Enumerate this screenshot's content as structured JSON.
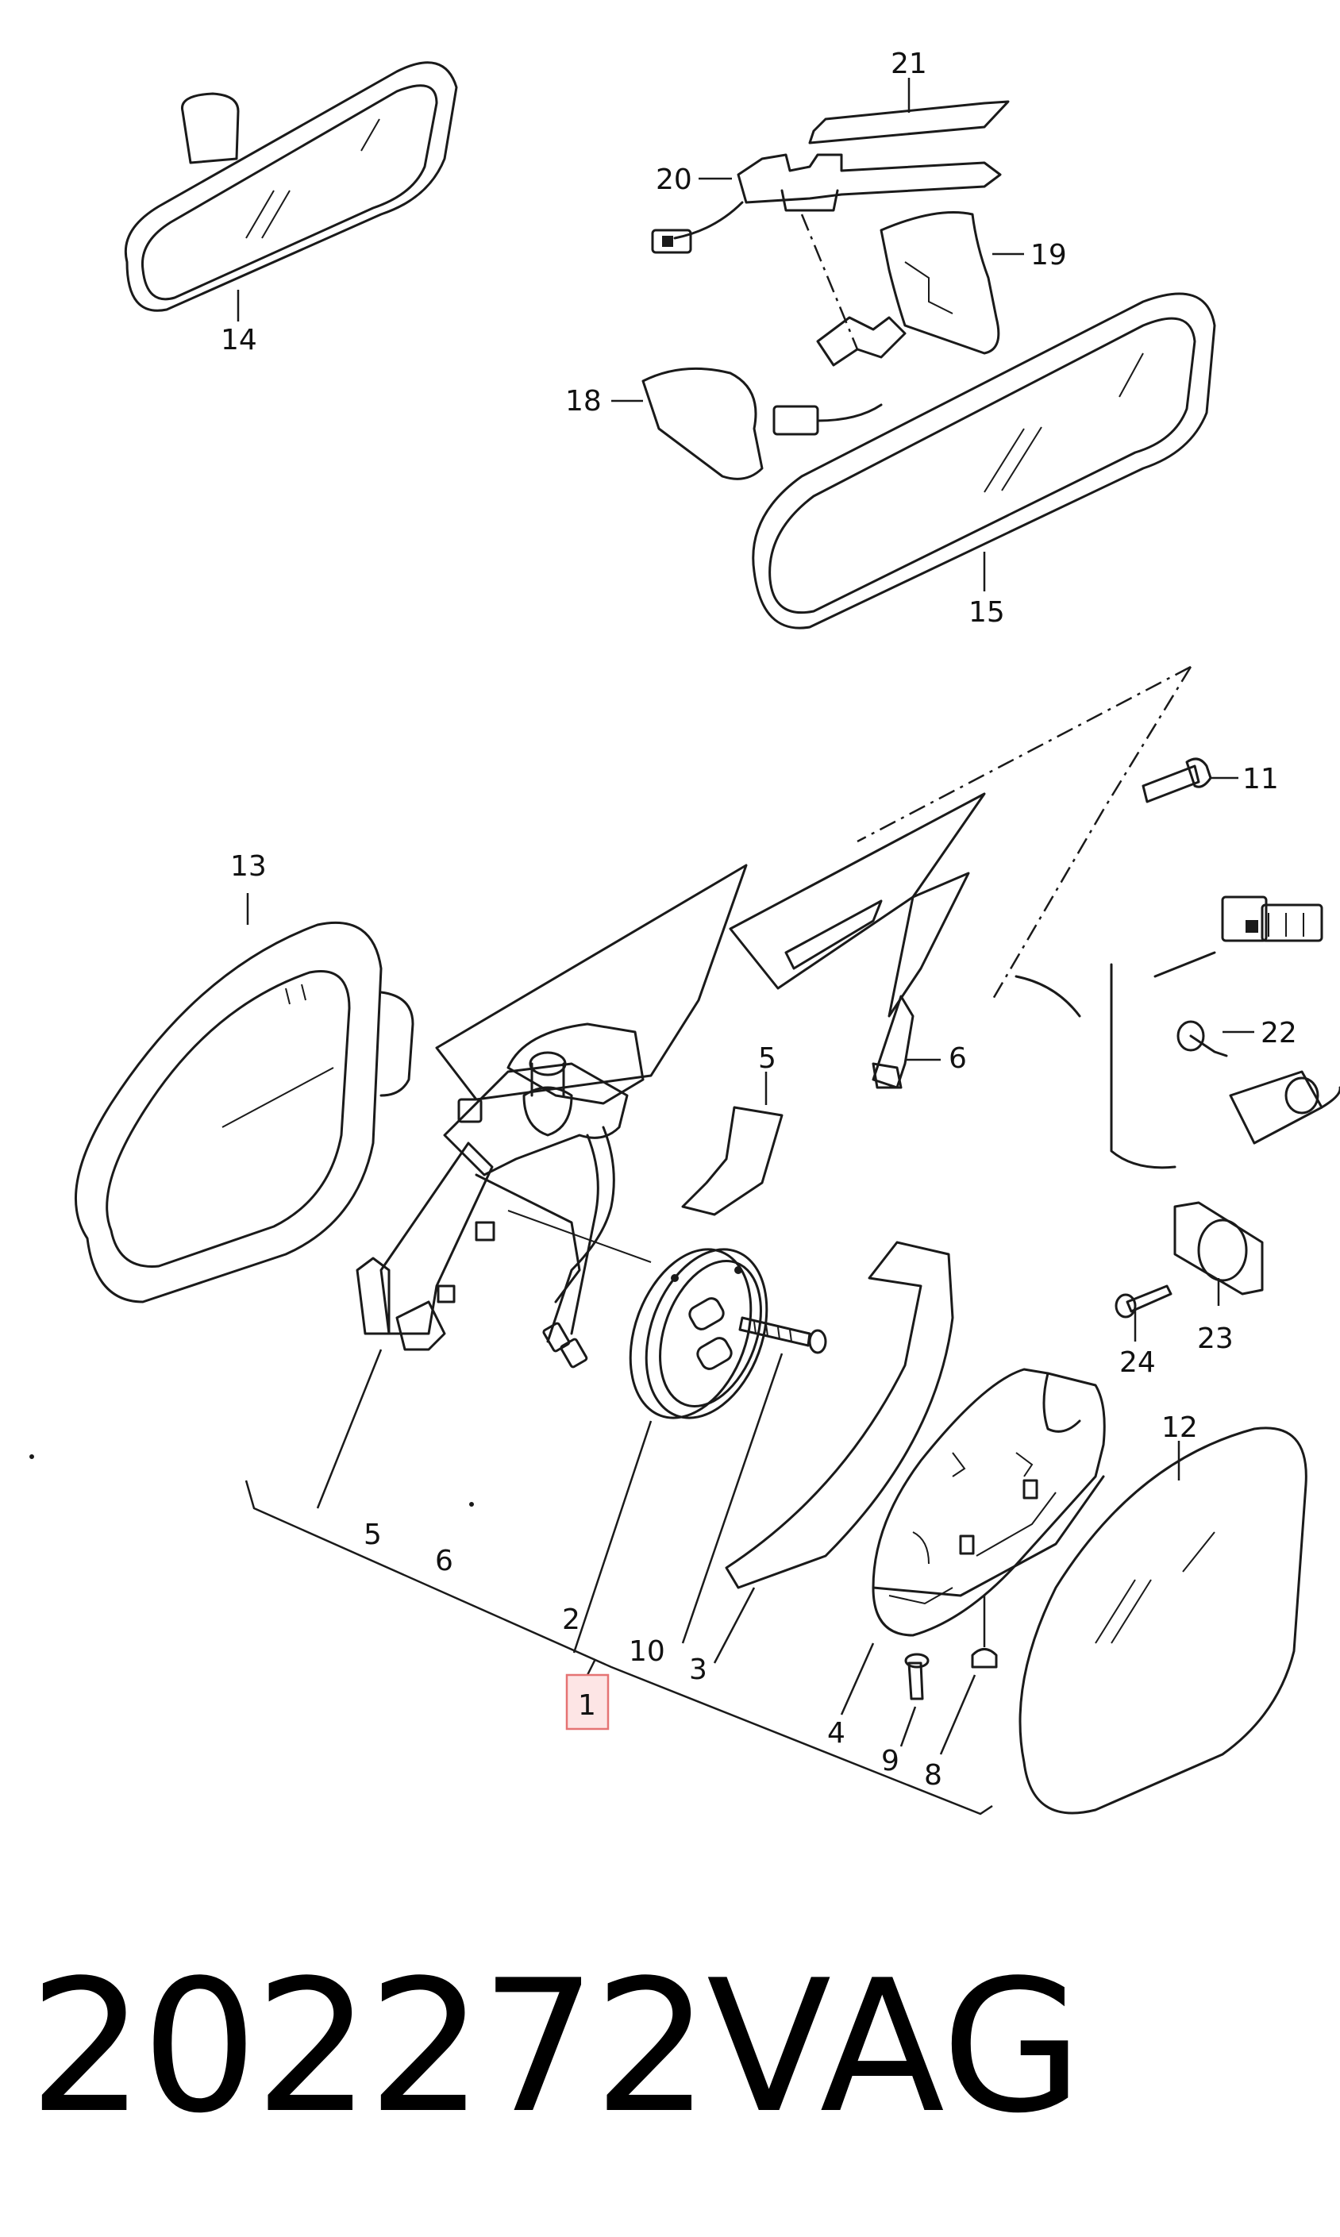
{
  "callouts": {
    "c1": "1",
    "c2": "2",
    "c3": "3",
    "c4": "4",
    "c5a": "5",
    "c5b": "5",
    "c6a": "6",
    "c6b": "6",
    "c8": "8",
    "c9": "9",
    "c10": "10",
    "c11": "11",
    "c12": "12",
    "c13": "13",
    "c14": "14",
    "c15": "15",
    "c18": "18",
    "c19": "19",
    "c20": "20",
    "c21": "21",
    "c22": "22",
    "c23": "23",
    "c24": "24"
  },
  "footer": {
    "part_number": "202272",
    "brand": "VAG"
  },
  "colors": {
    "line": "#1a1a1a",
    "highlight_fill": "#fde5e5",
    "highlight_border": "#e57373"
  }
}
